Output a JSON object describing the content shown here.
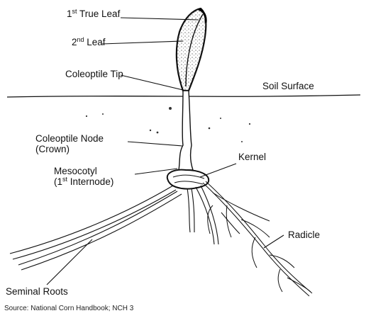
{
  "labels": {
    "first_true_leaf": {
      "pre": "1",
      "sup": "st",
      "post": " True  Leaf"
    },
    "second_leaf": {
      "pre": "2",
      "sup": "nd",
      "post": " Leaf"
    },
    "coleoptile_tip": "Coleoptile Tip",
    "soil_surface": "Soil Surface",
    "coleoptile_node_line1": "Coleoptile Node",
    "coleoptile_node_line2": "(Crown)",
    "kernel": "Kernel",
    "mesocotyl_line1": "Mesocotyl",
    "mesocotyl_line2": {
      "pre": "(1",
      "sup": "st",
      "post": " Internode)"
    },
    "radicle": "Radicle",
    "seminal_roots": "Seminal Roots"
  },
  "source": "Source: National Corn Handbook; NCH 3"
}
